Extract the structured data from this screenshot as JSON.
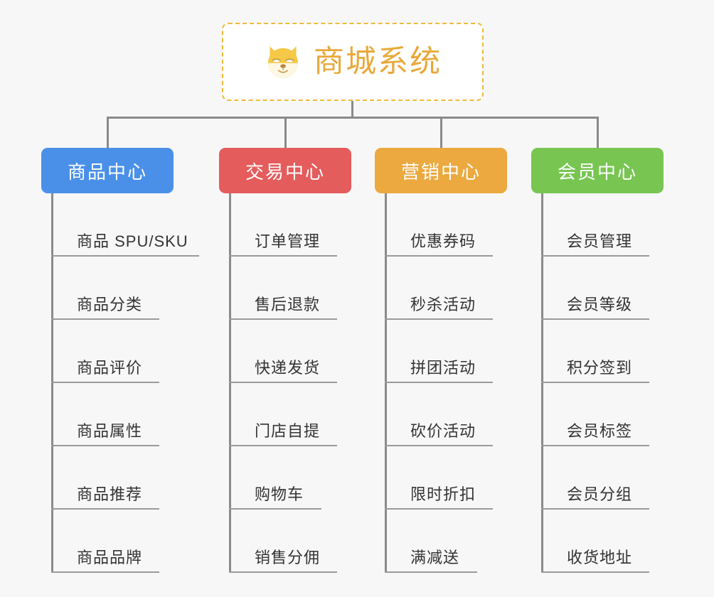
{
  "page": {
    "background_color": "#f7f7f7",
    "connector_color": "#8a8a8a"
  },
  "root": {
    "title": "商城系统",
    "icon": "shiba-dog-face-icon",
    "text_color": "#e8a93a",
    "border_color": "#f0b93c",
    "background_color": "#ffffff"
  },
  "categories": [
    {
      "label": "商品中心",
      "color": "#4a90e8",
      "items": [
        {
          "label": "商品 SPU/SKU",
          "rule_width": 208
        },
        {
          "label": "商品分类",
          "rule_width": 152
        },
        {
          "label": "商品评价",
          "rule_width": 152
        },
        {
          "label": "商品属性",
          "rule_width": 152
        },
        {
          "label": "商品推荐",
          "rule_width": 152
        },
        {
          "label": "商品品牌",
          "rule_width": 152
        }
      ]
    },
    {
      "label": "交易中心",
      "color": "#e45c5c",
      "items": [
        {
          "label": "订单管理",
          "rule_width": 152
        },
        {
          "label": "售后退款",
          "rule_width": 152
        },
        {
          "label": "快递发货",
          "rule_width": 152
        },
        {
          "label": "门店自提",
          "rule_width": 152
        },
        {
          "label": "购物车",
          "rule_width": 130
        },
        {
          "label": "销售分佣",
          "rule_width": 152
        }
      ]
    },
    {
      "label": "营销中心",
      "color": "#eba93f",
      "items": [
        {
          "label": "优惠券码",
          "rule_width": 152
        },
        {
          "label": "秒杀活动",
          "rule_width": 152
        },
        {
          "label": "拼团活动",
          "rule_width": 152
        },
        {
          "label": "砍价活动",
          "rule_width": 152
        },
        {
          "label": "限时折扣",
          "rule_width": 152
        },
        {
          "label": "满减送",
          "rule_width": 130
        }
      ]
    },
    {
      "label": "会员中心",
      "color": "#78c552",
      "items": [
        {
          "label": "会员管理",
          "rule_width": 152
        },
        {
          "label": "会员等级",
          "rule_width": 152
        },
        {
          "label": "积分签到",
          "rule_width": 152
        },
        {
          "label": "会员标签",
          "rule_width": 152
        },
        {
          "label": "会员分组",
          "rule_width": 152
        },
        {
          "label": "收货地址",
          "rule_width": 152
        }
      ]
    }
  ]
}
